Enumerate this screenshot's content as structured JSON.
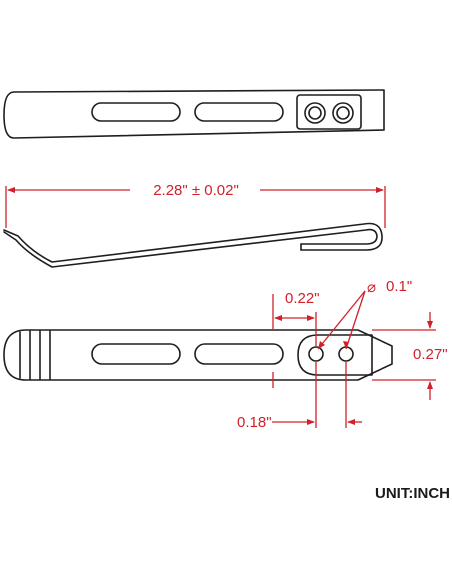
{
  "drawing": {
    "overall_length_label": "2.28\" ± 0.02\"",
    "hole_diameter_label": "0.1\"",
    "hole_diameter_symbol": "⌀",
    "edge_to_hole_label": "0.22\"",
    "width_label": "0.27\"",
    "hole_spacing_label": "0.18\"",
    "unit_label": "UNIT:INCH"
  },
  "colors": {
    "dimension": "#d0202a",
    "outline": "#1e1e1e"
  }
}
